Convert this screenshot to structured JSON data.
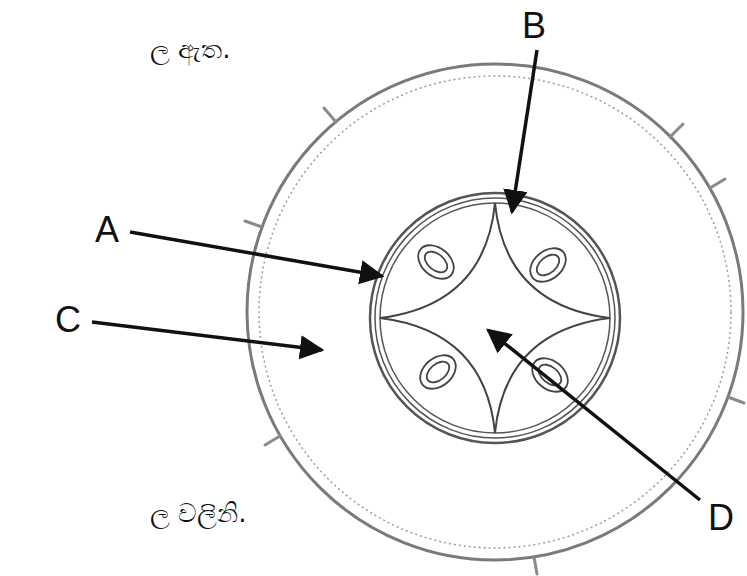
{
  "diagram": {
    "labels": [
      "B",
      "ල ඇත.",
      "A",
      "C",
      "D",
      "ල වලිනි."
    ]
  }
}
